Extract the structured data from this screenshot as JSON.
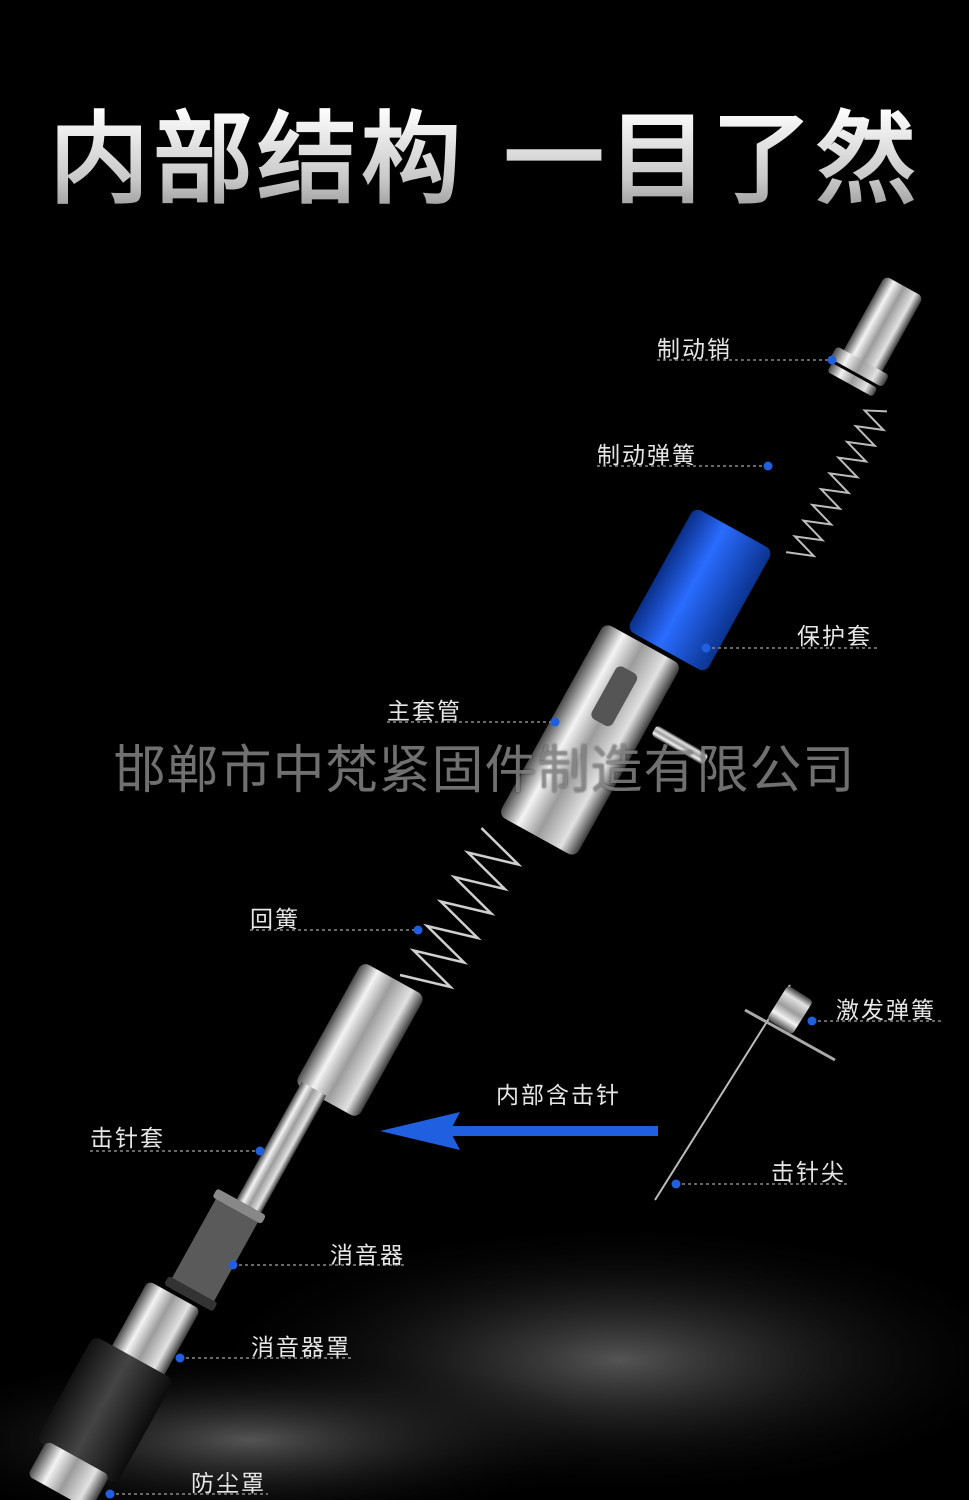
{
  "title": "内部结构 一目了然",
  "watermark": "邯郸市中梵紧固件制造有限公司",
  "colors": {
    "accent_blue": "#1f5fe0",
    "background": "#000000"
  },
  "parts": [
    {
      "id": "brake-pin",
      "label": "制动销"
    },
    {
      "id": "brake-spring",
      "label": "制动弹簧"
    },
    {
      "id": "protective-sleeve",
      "label": "保护套"
    },
    {
      "id": "main-sleeve-tube",
      "label": "主套管"
    },
    {
      "id": "return-spring",
      "label": "回簧"
    },
    {
      "id": "firing-spring",
      "label": "激发弹簧"
    },
    {
      "id": "firing-pin-sleeve",
      "label": "击针套"
    },
    {
      "id": "firing-pin-tip",
      "label": "击针尖"
    },
    {
      "id": "silencer",
      "label": "消音器"
    },
    {
      "id": "silencer-cover",
      "label": "消音器罩"
    },
    {
      "id": "dust-cover",
      "label": "防尘罩"
    }
  ],
  "arrow_note": "内部含击针"
}
